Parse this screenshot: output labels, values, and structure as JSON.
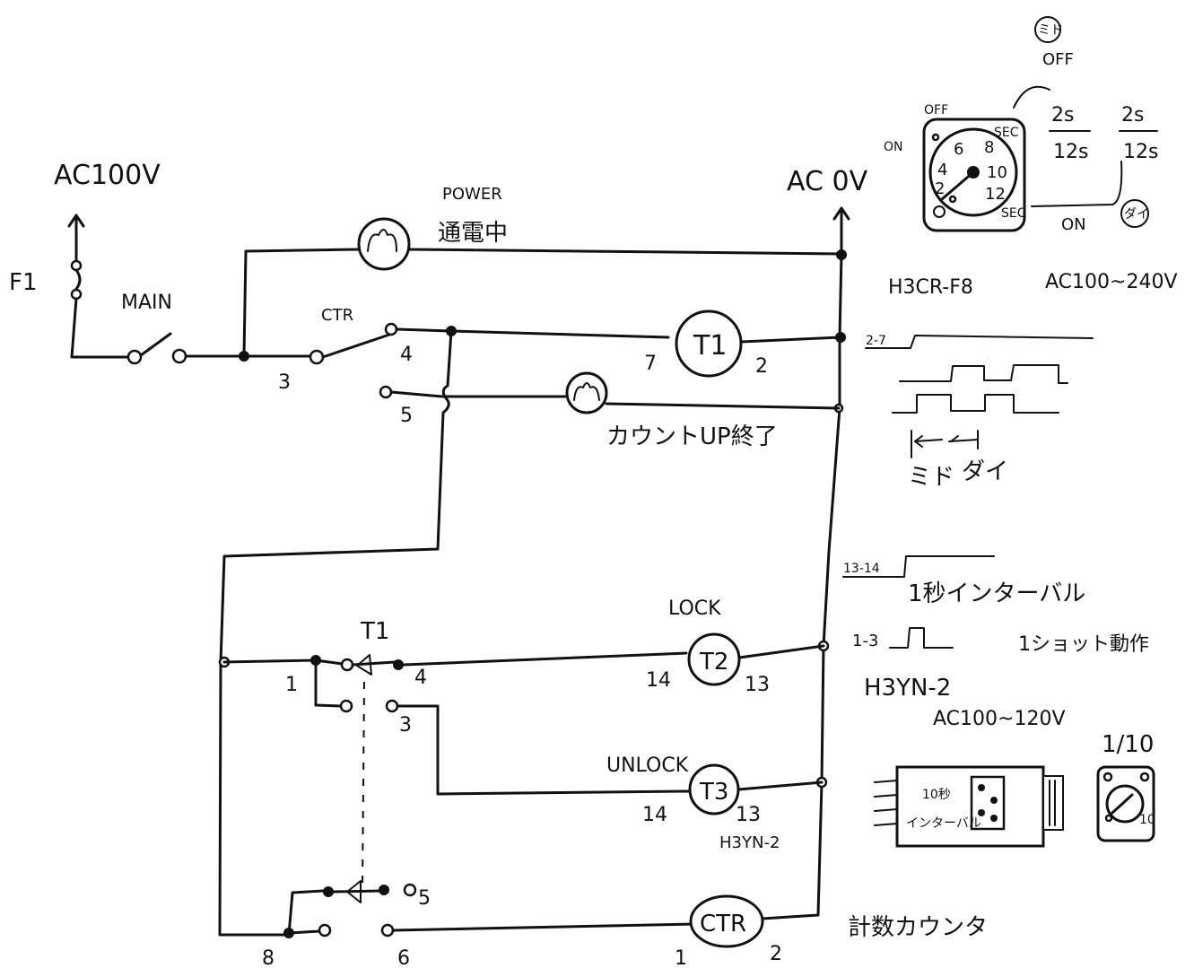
{
  "supply": {
    "left_label": "AC100V",
    "right_label": "AC 0V",
    "fuse_label": "F1",
    "main_switch_label": "MAIN"
  },
  "lamps": {
    "power_en": "POWER",
    "power_jp": "通電中",
    "countup_label": "カウントUP終了"
  },
  "ctr_contact": {
    "label": "CTR",
    "terminal_3": "3",
    "terminal_4": "4",
    "terminal_5": "5"
  },
  "t1_coil": {
    "label": "T1",
    "pin_left": "7",
    "pin_right": "2"
  },
  "t1_contact": {
    "label": "T1",
    "pin_1": "1",
    "pin_4": "4",
    "pin_3": "3"
  },
  "t2_coil": {
    "name": "LOCK",
    "label": "T2",
    "pin_left": "14",
    "pin_right": "13"
  },
  "t3_coil": {
    "name": "UNLOCK",
    "label": "T3",
    "pin_left": "14",
    "pin_right": "13",
    "model": "H3YN-2"
  },
  "lower_contact": {
    "pin_8": "8",
    "pin_6": "6",
    "pin_5": "5"
  },
  "ctr_coil": {
    "label": "CTR",
    "pin_left": "1",
    "pin_right": "2",
    "description": "計数カウンタ"
  },
  "timer_h3cr": {
    "model": "H3CR-F8",
    "voltage": "AC100~240V",
    "mode_on_circle": "ミド",
    "off_label": "OFF",
    "on_label": "ON",
    "mode_off_circle": "ダイ",
    "range_1_top": "2s",
    "range_1_bottom": "12s",
    "range_2_top": "2s",
    "range_2_bottom": "12s",
    "dial_off": "OFF",
    "dial_on": "ON",
    "dial_sec_top": "SEC",
    "dial_sec_bottom": "SEC",
    "dial_numbers": [
      "4",
      "6",
      "8",
      "10",
      "12",
      "2"
    ],
    "timing_label": "2-7",
    "timing_on_label": "ミド",
    "timing_off_label": "ダイ"
  },
  "timer_h3yn": {
    "model": "H3YN-2",
    "voltage": "AC100~120V",
    "timing_13_14": "13-14",
    "interval_desc": "1秒インターバル",
    "timing_1_3": "1-3",
    "oneshot_desc": "1ショット動作",
    "module_text_1": "10秒",
    "module_text_2": "インターバル",
    "dial_scale": "1/10",
    "dial_value": "10"
  }
}
